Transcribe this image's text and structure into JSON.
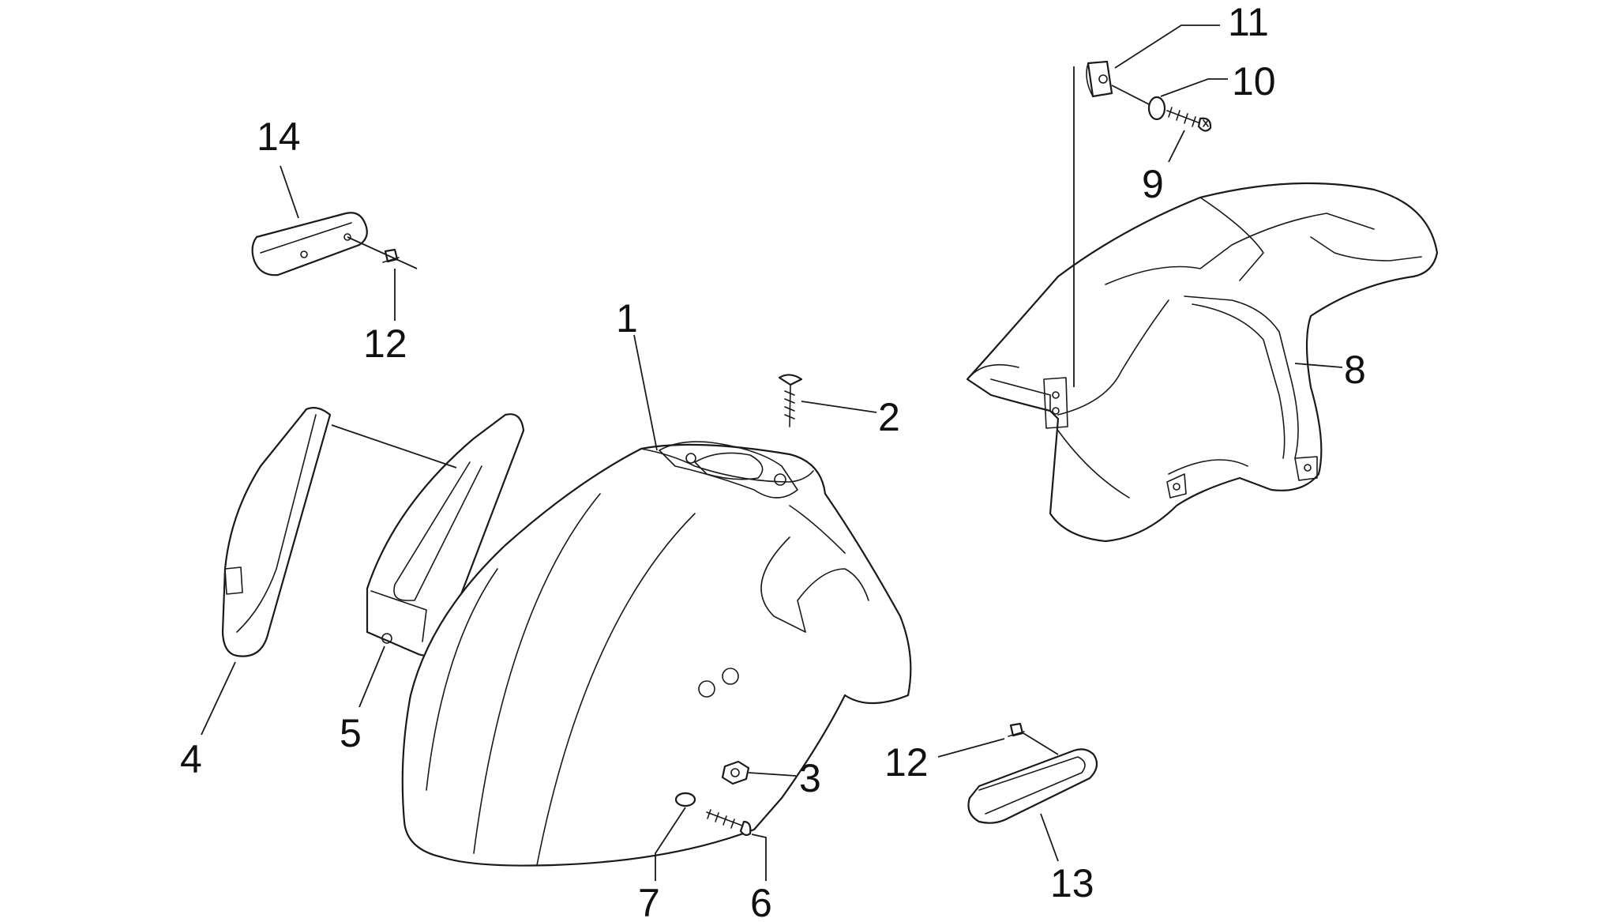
{
  "callouts": {
    "c1": "1",
    "c2": "2",
    "c3": "3",
    "c4": "4",
    "c5": "5",
    "c6": "6",
    "c7": "7",
    "c8": "8",
    "c9": "9",
    "c10": "10",
    "c11": "11",
    "c12a": "12",
    "c12b": "12",
    "c13": "13",
    "c14": "14"
  },
  "colors": {
    "line": "#1a1a1a",
    "background": "#ffffff"
  }
}
